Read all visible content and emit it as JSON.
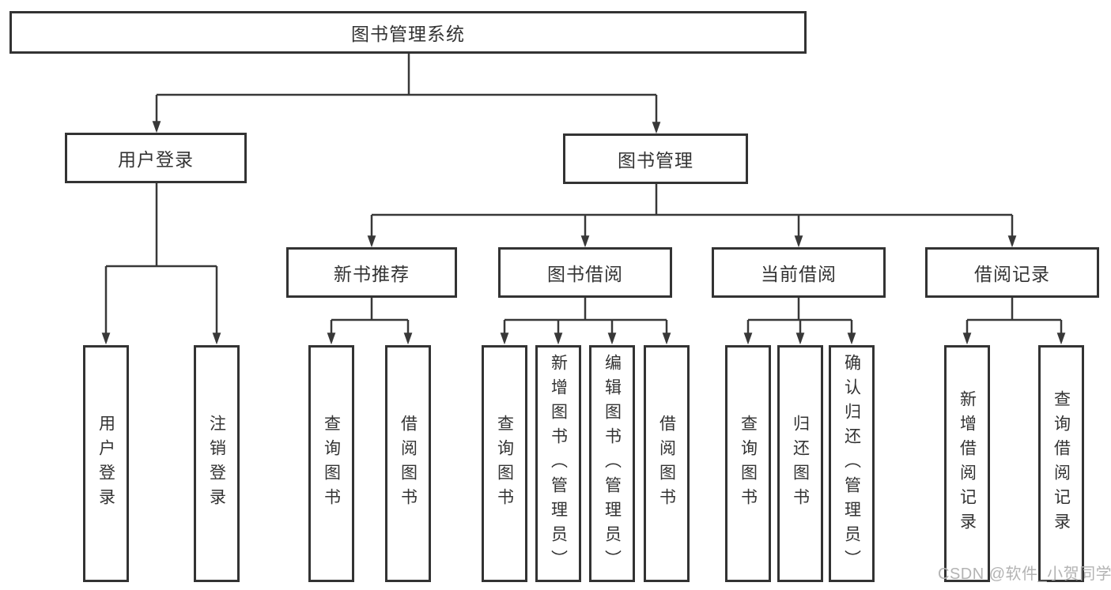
{
  "diagram": {
    "root": {
      "label": "图书管理系统",
      "children": [
        {
          "label": "用户登录",
          "children": [
            {
              "label": "用户登录"
            },
            {
              "label": "注销登录"
            }
          ]
        },
        {
          "label": "图书管理",
          "children": [
            {
              "label": "新书推荐",
              "children": [
                {
                  "label": "查询图书"
                },
                {
                  "label": "借阅图书"
                }
              ]
            },
            {
              "label": "图书借阅",
              "children": [
                {
                  "label": "查询图书"
                },
                {
                  "label": "新增图书（管理员）"
                },
                {
                  "label": "编辑图书（管理员）"
                },
                {
                  "label": "借阅图书"
                }
              ]
            },
            {
              "label": "当前借阅",
              "children": [
                {
                  "label": "查询图书"
                },
                {
                  "label": "归还图书"
                },
                {
                  "label": "确认归还（管理员）"
                }
              ]
            },
            {
              "label": "借阅记录",
              "children": [
                {
                  "label": "新增借阅记录"
                },
                {
                  "label": "查询借阅记录"
                }
              ]
            }
          ]
        }
      ]
    }
  },
  "watermark": {
    "text": "CSDN @软件_小贺同学",
    "color": "#b3b3b3"
  },
  "colors": {
    "box_border": "#333333",
    "connector_line": "#383838",
    "text": "#333333",
    "background": "#ffffff"
  }
}
